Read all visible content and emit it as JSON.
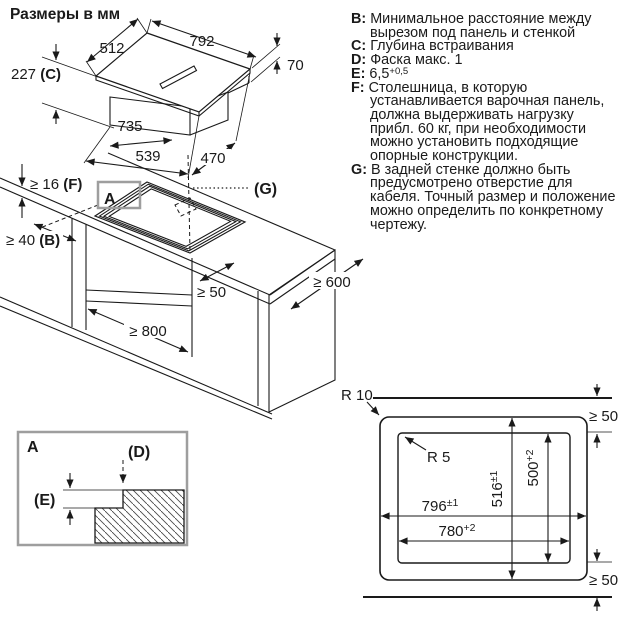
{
  "title": "Размеры в мм",
  "colors": {
    "line": "#1a1a1a",
    "detail_frame": "#9e9e9e"
  },
  "top_view": {
    "depth": "512",
    "width": "792",
    "height_c": "227 ",
    "height_c_key": "(C)",
    "edge_height": "70",
    "box_width": "735",
    "left_width": "539",
    "right_depth": "470"
  },
  "install_view": {
    "thickness": "≥ 16 ",
    "thickness_key": "(F)",
    "back_gap": "≥ 40 ",
    "back_gap_key": "(B)",
    "detail_marker": "A",
    "cable_hole_key": "(G)",
    "front_gap": "≥ 50",
    "counter_depth": "≥ 600",
    "cabinet_width": "≥ 800"
  },
  "detail_a": {
    "marker": "A",
    "chamfer_key": "(D)",
    "ledge_key": "(E)"
  },
  "cutout_view": {
    "corner_outer": "R 10",
    "corner_inner": "R 5",
    "outer_width": "796",
    "outer_width_tol": "±1",
    "inner_width": "780",
    "inner_width_tol": "+2",
    "outer_depth": "516",
    "outer_depth_tol": "±1",
    "inner_depth": "500",
    "inner_depth_tol": "+2",
    "wall_gap_top": "≥ 50",
    "wall_gap_bottom": "≥ 50"
  },
  "legend": {
    "items": [
      {
        "key": "B:",
        "lines": [
          "Минимальное расстояние между",
          "вырезом под панель и стенкой"
        ]
      },
      {
        "key": "C:",
        "lines": [
          "Глубина встраивания"
        ]
      },
      {
        "key": "D:",
        "lines": [
          "Фаска макс. 1"
        ]
      },
      {
        "key": "E:",
        "value": "6,5",
        "sup": "+0,5"
      },
      {
        "key": "F:",
        "lines": [
          "Столешница, в которую",
          "устанавливается варочная панель,",
          "должна выдерживать нагрузку",
          "прибл. 60 кг, при необходимости",
          "можно установить подходящие",
          "опорные конструкции."
        ]
      },
      {
        "key": "G:",
        "lines": [
          "В задней стенке должно быть",
          "предусмотрено отверстие для",
          "кабеля. Точный размер и положение",
          "можно определить по конкретному",
          "чертежу."
        ]
      }
    ]
  }
}
